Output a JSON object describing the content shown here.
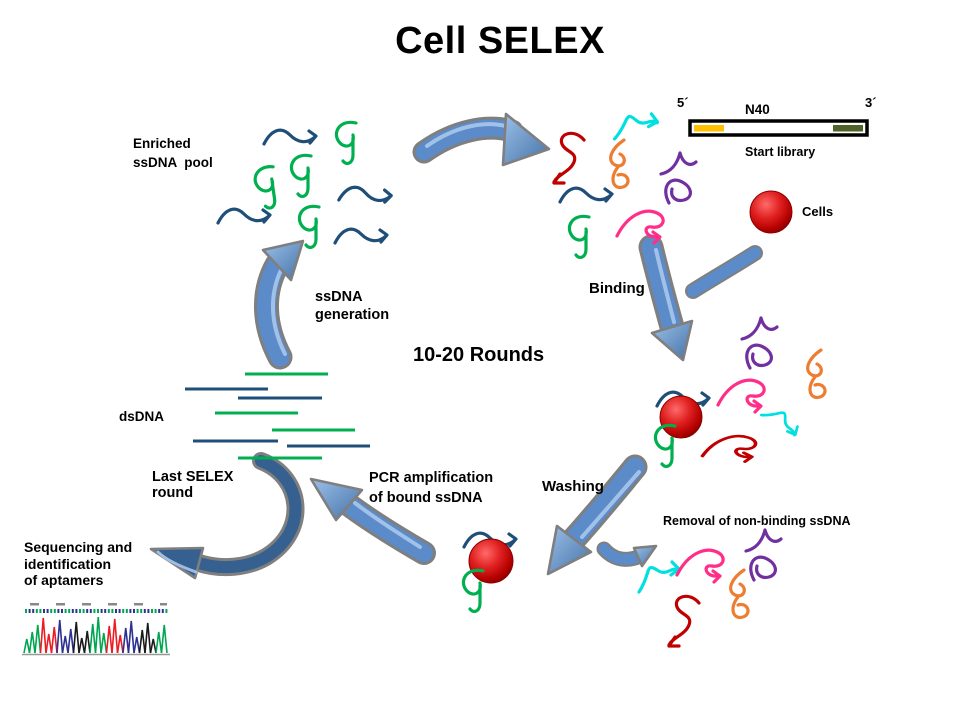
{
  "title": "Cell SELEX",
  "labels": {
    "enriched_pool": "Enriched\nssDNA  pool",
    "five_prime": "5´",
    "three_prime": "3´",
    "n40": "N40",
    "start_library": "Start library",
    "cells": "Cells",
    "binding": "Binding",
    "rounds": "10-20 Rounds",
    "ssdna_generation": "ssDNA\ngeneration",
    "dsdna": "dsDNA",
    "last_selex_round": "Last SELEX\nround",
    "pcr_amplification": "PCR amplification\nof bound ssDNA",
    "washing": "Washing",
    "removal": "Removal of non-binding ssDNA",
    "sequencing": "Sequencing and\nidentification\nof aptamers"
  },
  "colors": {
    "arrow_blue": "#5B8BC9",
    "arrow_blue_dark": "#35608F",
    "arrow_outline_gray": "#7F7F7F",
    "aptamer_navy": "#1F4E79",
    "aptamer_green": "#00B050",
    "aptamer_cyan": "#00E0E0",
    "aptamer_dark_red": "#C00000",
    "aptamer_orange": "#ED7D31",
    "aptamer_purple": "#7030A0",
    "aptamer_pink": "#FF2E88",
    "cell_red": "#CC0000",
    "library_segment_left": "#FFC000",
    "library_segment_right": "#4F6228",
    "library_border": "#000000",
    "chromatogram_peaks": [
      "#00A651",
      "#ED1C24",
      "#2E3192",
      "#1A1A1A"
    ]
  }
}
